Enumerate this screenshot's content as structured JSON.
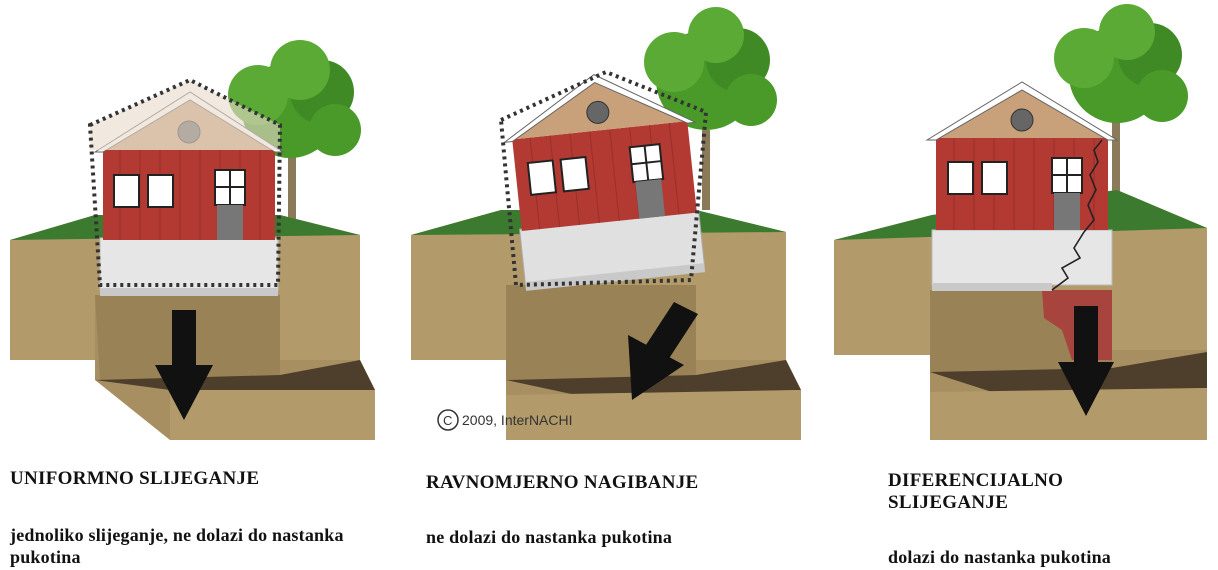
{
  "panels": [
    {
      "title": "UNIFORMNO SLIJEGANJE",
      "description": "jednoliko slijeganje, ne dolazi do nastanka pukotina"
    },
    {
      "title": "RAVNOMJERNO NAGIBANJE",
      "description": "ne dolazi do nastanka pukotina",
      "copyright": "2009, InterNACHI"
    },
    {
      "title": "DIFERENCIJALNO SLIJEGANJE",
      "description": "dolazi do nastanka pukotina"
    }
  ],
  "colors": {
    "soil": "#b39a6b",
    "soil_dark": "#5a4a33",
    "grass": "#3c7a2f",
    "house_red": "#b33a33",
    "roof_wood": "#c8a07a",
    "foundation": "#e6e6e6",
    "tree": "#4a9a2a",
    "crack_red": "#a7443e"
  }
}
